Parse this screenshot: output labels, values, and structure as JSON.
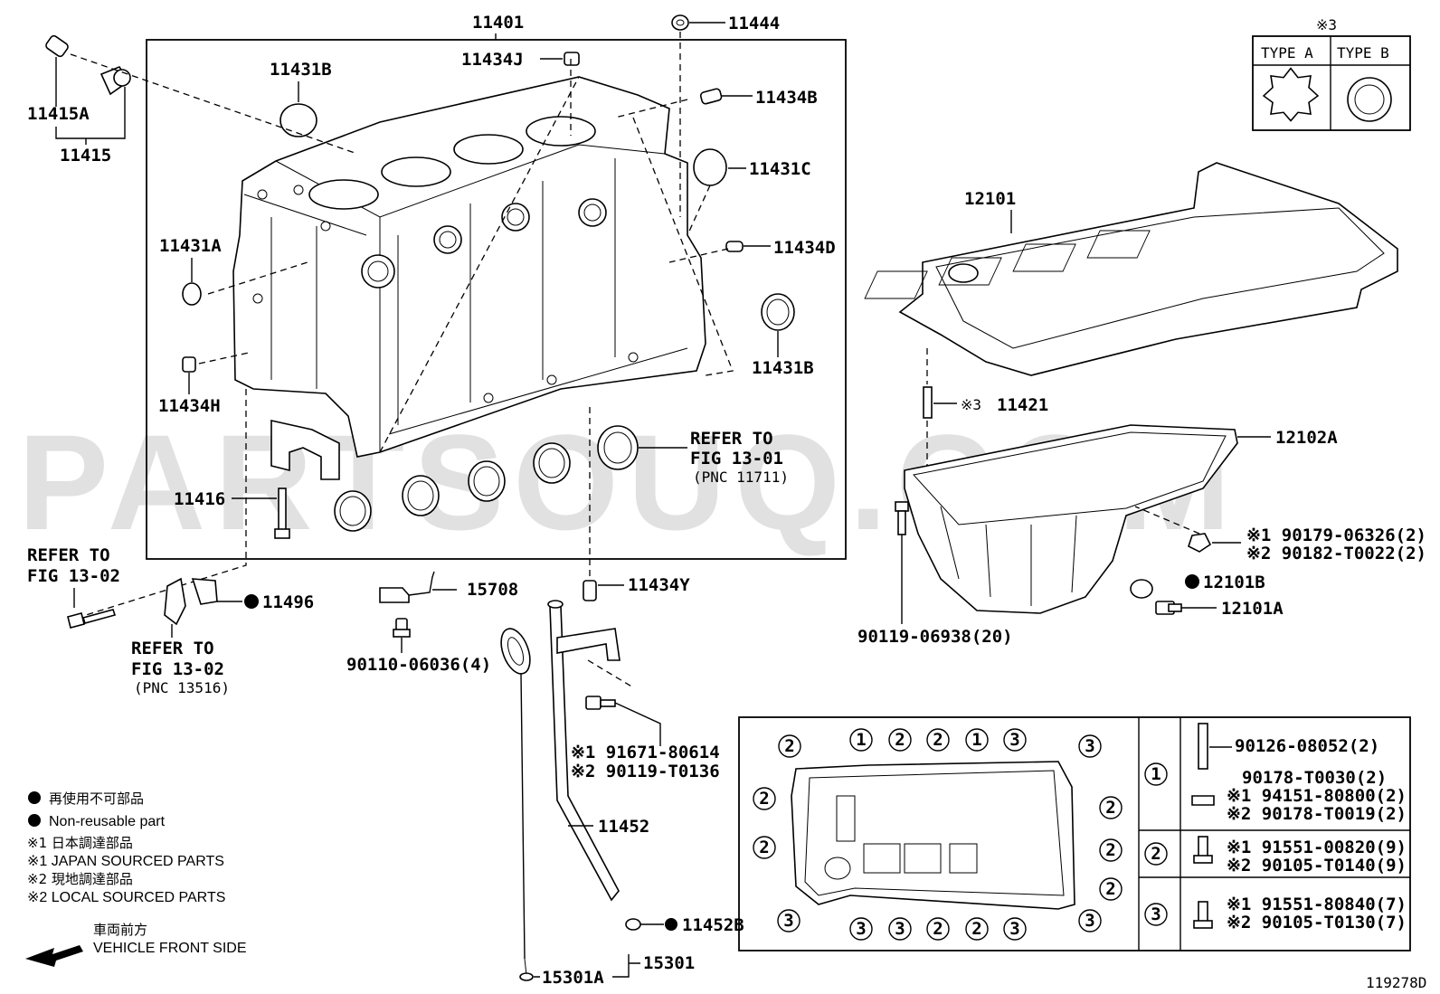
{
  "watermark": "PARTSOUQ.COM",
  "labels": {
    "p11401": "11401",
    "p11444": "11444",
    "p11434J": "11434J",
    "p11431B_top": "11431B",
    "p11434B": "11434B",
    "p11415A": "11415A",
    "p11415": "11415",
    "p11431C": "11431C",
    "p11434D": "11434D",
    "p11431A": "11431A",
    "p11431B_right": "11431B",
    "p11434H": "11434H",
    "p11416": "11416",
    "p11434Y": "11434Y",
    "p11496": "11496",
    "p15708": "15708",
    "p90110": "90110-06036(4)",
    "p12101": "12101",
    "p11421": "11421",
    "p11421_mark": "※3",
    "p12102A": "12102A",
    "p12101B": "12101B",
    "p12101A": "12101A",
    "p90119_06938": "90119-06938(20)",
    "p90179_a": "※1 90179-06326(2)",
    "p90179_b": "※2 90182-T0022(2)",
    "p11452": "11452",
    "p11452B": "11452B",
    "p15301": "15301",
    "p15301A": "15301A",
    "p91671_a": "※1 91671-80614",
    "p91671_b": "※2 90119-T0136",
    "fignum": "119278D"
  },
  "refers": {
    "r1_l1": "REFER TO",
    "r1_l2": "FIG 13-01",
    "r1_l3": "(PNC 11711)",
    "r2_l1": "REFER TO",
    "r2_l2": "FIG 13-02",
    "r3_l1": "REFER TO",
    "r3_l2": "FIG 13-02",
    "r3_l3": "(PNC 13516)"
  },
  "type_table": {
    "mark": "※3",
    "type_a": "TYPE A",
    "type_b": "TYPE B"
  },
  "legend": {
    "nonreusable_jp": "再使用不可部品",
    "nonreusable_en": "Non-reusable part",
    "japan_jp": "※1  日本調達部品",
    "japan_en": "※1  JAPAN SOURCED PARTS",
    "local_jp": "※2  現地調達部品",
    "local_en": "※2  LOCAL SOURCED PARTS",
    "front_jp": "車両前方",
    "front_en": "VEHICLE FRONT SIDE"
  },
  "bolt_table": {
    "r1_num": "1",
    "r1_a": "90126-08052(2)",
    "r1_b": "90178-T0030(2)",
    "r1_c": "※1 94151-80800(2)",
    "r1_d": "※2 90178-T0019(2)",
    "r2_num": "2",
    "r2_a": "※1 91551-00820(9)",
    "r2_b": "※2 90105-T0140(9)",
    "r3_num": "3",
    "r3_a": "※1 91551-80840(7)",
    "r3_b": "※2 90105-T0130(7)"
  },
  "pan_callouts": {
    "top": [
      "2",
      "1",
      "2",
      "2",
      "1",
      "3",
      "3"
    ],
    "left": [
      "2",
      "2",
      "3"
    ],
    "right": [
      "2",
      "2",
      "2"
    ],
    "bottom": [
      "3",
      "3",
      "2",
      "2",
      "3",
      "3"
    ],
    "corner": [
      "3",
      "3"
    ]
  }
}
